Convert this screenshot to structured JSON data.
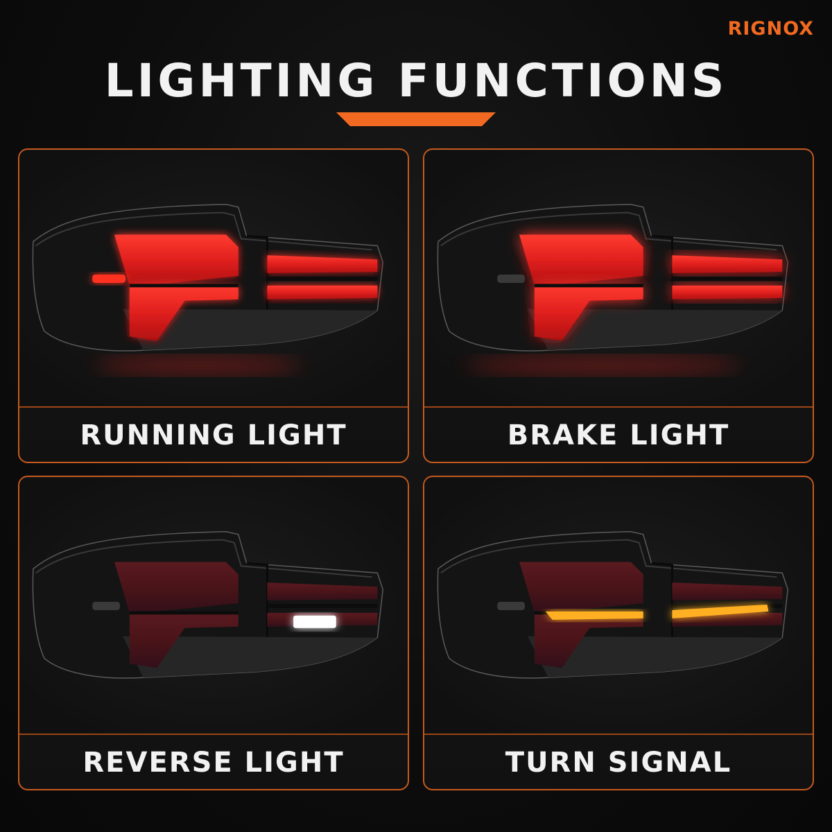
{
  "brand": "RIGNOX",
  "title": "LIGHTING FUNCTIONS",
  "colors": {
    "accent": "#f26a21",
    "red_glow": "#e0201e",
    "amber": "#ffb020",
    "white_light": "#ffffff"
  },
  "panels": [
    {
      "label": "RUNNING LIGHT",
      "mode": "running"
    },
    {
      "label": "BRAKE LIGHT",
      "mode": "brake"
    },
    {
      "label": "REVERSE LIGHT",
      "mode": "reverse"
    },
    {
      "label": "TURN SIGNAL",
      "mode": "turn"
    }
  ]
}
